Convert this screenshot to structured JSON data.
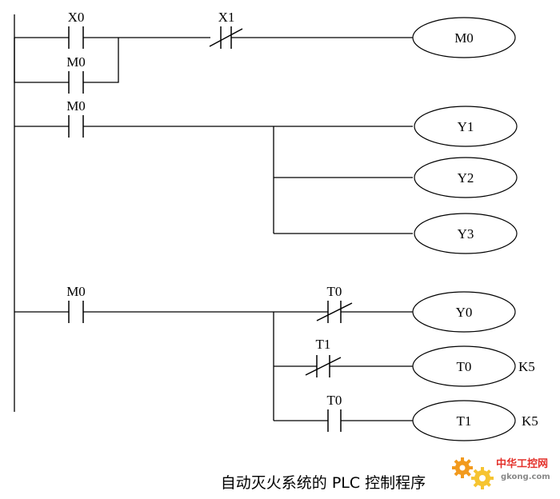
{
  "caption": "自动灭火系统的 PLC 控制程序",
  "rungs": [
    {
      "contacts": [
        {
          "label": "X0",
          "type": "NO"
        },
        {
          "label": "M0",
          "type": "NO",
          "role": "parallel"
        },
        {
          "label": "X1",
          "type": "NC"
        }
      ],
      "coils": [
        {
          "label": "M0"
        }
      ]
    },
    {
      "contacts": [
        {
          "label": "M0",
          "type": "NO"
        }
      ],
      "coils": [
        {
          "label": "Y1"
        },
        {
          "label": "Y2"
        },
        {
          "label": "Y3"
        }
      ]
    },
    {
      "contacts": [
        {
          "label": "M0",
          "type": "NO"
        },
        {
          "label": "T0",
          "type": "NC"
        },
        {
          "label": "T1",
          "type": "NC"
        },
        {
          "label": "T0",
          "type": "NO"
        }
      ],
      "coils": [
        {
          "label": "Y0"
        },
        {
          "label": "T0",
          "constant": "K5"
        },
        {
          "label": "T1",
          "constant": "K5"
        }
      ]
    }
  ],
  "watermark": {
    "brand": "中华工控网",
    "url": "gkong.com",
    "colors": {
      "gear_orange": "#f29a1e",
      "gear_yellow": "#f6c431",
      "text_red": "#e4312b",
      "url_gray": "#888888"
    }
  }
}
